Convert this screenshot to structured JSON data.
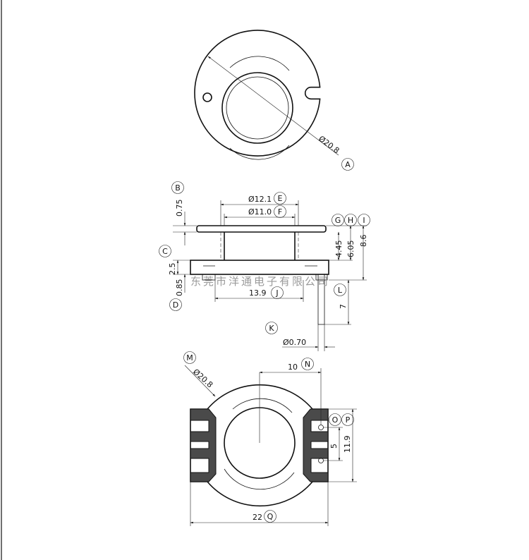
{
  "watermark": "东莞市洋通电子有限公司",
  "top_view": {
    "diameter": "Ø20.8",
    "ref": "A"
  },
  "side_view": {
    "refs": {
      "B": "B",
      "C": "C",
      "D": "D",
      "E": "E",
      "F": "F",
      "G": "G",
      "H": "H",
      "I": "I",
      "J": "J",
      "K": "K",
      "L": "L"
    },
    "dims": {
      "flange_thickness": "0.75",
      "outer_diameter": "Ø12.1",
      "inner_diameter": "Ø11.0",
      "d_445": "4.45",
      "d_605": "6.05",
      "d_86": "8.6",
      "base_thickness": "2.5",
      "d_085": "0.85",
      "pin_span": "13.9",
      "pin_length": "7",
      "pin_diameter": "Ø0.70"
    }
  },
  "bottom_view": {
    "refs": {
      "M": "M",
      "N": "N",
      "O": "O",
      "P": "P",
      "Q": "Q"
    },
    "dims": {
      "diameter": "Ø20.8",
      "offset": "10",
      "pin_pitch": "5",
      "height": "11.9",
      "width": "22"
    }
  }
}
